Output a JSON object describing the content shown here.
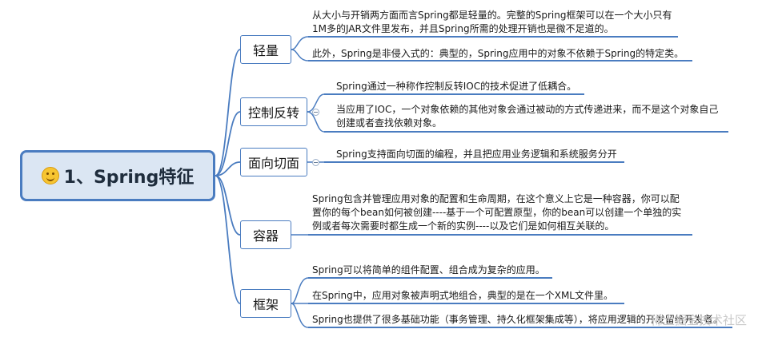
{
  "root": {
    "label": "1、Spring特征",
    "icon": "smiley-icon"
  },
  "branches": [
    {
      "label": "轻量",
      "leaves": [
        "从大小与开销两方面而言Spring都是轻量的。完整的Spring框架可以在一个大小只有",
        "1M多的JAR文件里发布，并且Spring所需的处理开销也是微不足道的。",
        "此外，Spring是非侵入式的：典型的，Spring应用中的对象不依赖于Spring的特定类。"
      ]
    },
    {
      "label": "控制反转",
      "leaves": [
        "Spring通过一种称作控制反转IOC的技术促进了低耦合。",
        "当应用了IOC，一个对象依赖的其他对象会通过被动的方式传递进来，而不是这个对象自己",
        "创建或者查找依赖对象。"
      ]
    },
    {
      "label": "面向切面",
      "leaves": [
        "Spring支持面向切面的编程，并且把应用业务逻辑和系统服务分开"
      ]
    },
    {
      "label": "容器",
      "leaves": [
        "Spring包含并管理应用对象的配置和生命周期，在这个意义上它是一种容器，你可以配",
        "置你的每个bean如何被创建----基于一个可配置原型，你的bean可以创建一个单独的实",
        "例或者每次需要时都生成一个新的实例----以及它们是如何相互关联的。"
      ]
    },
    {
      "label": "框架",
      "leaves": [
        "Spring可以将简单的组件配置、组合成为复杂的应用。",
        "在Spring中，应用对象被声明式地组合，典型的是在一个XML文件里。",
        "Spring也提供了很多基础功能（事务管理、持久化框架集成等），将应用逻辑的开发留给开发者。"
      ]
    }
  ],
  "watermark": "稀土掘金技术社区",
  "colors": {
    "accent": "#4a7cc0",
    "root_bg": "#dbe6f3"
  }
}
